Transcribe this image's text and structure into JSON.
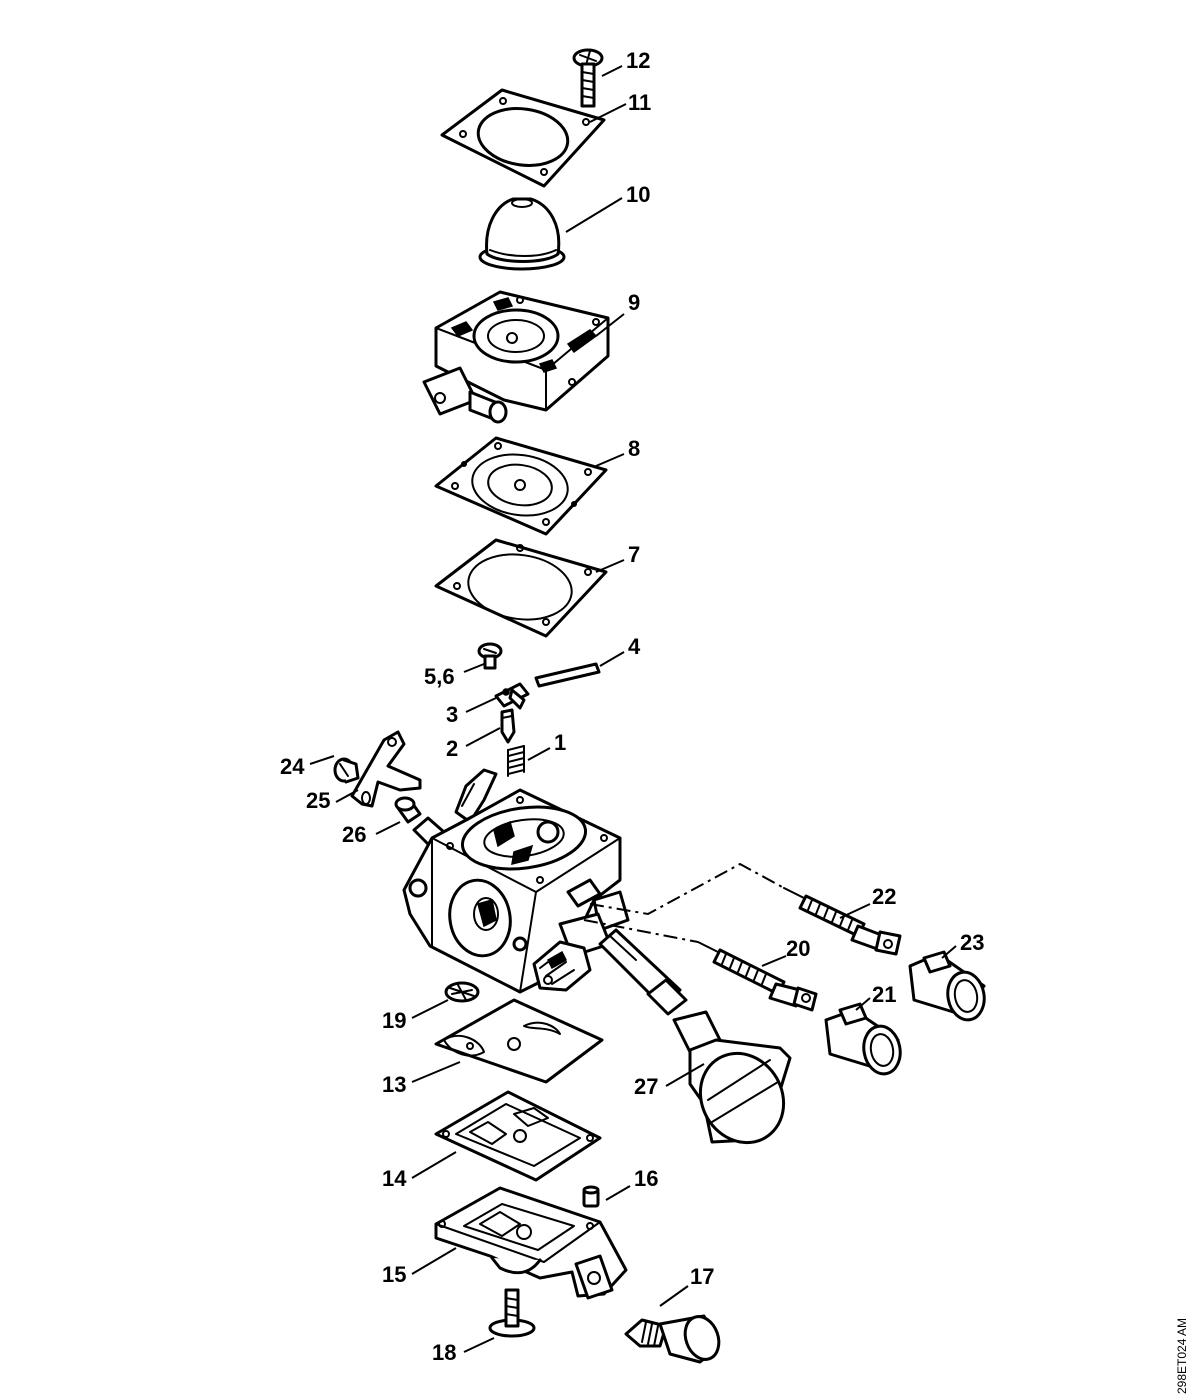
{
  "diagram": {
    "reference_code": "298ET024 AM",
    "callouts": [
      {
        "id": "c12",
        "text": "12"
      },
      {
        "id": "c11",
        "text": "11"
      },
      {
        "id": "c10",
        "text": "10"
      },
      {
        "id": "c9",
        "text": "9"
      },
      {
        "id": "c8",
        "text": "8"
      },
      {
        "id": "c7",
        "text": "7"
      },
      {
        "id": "c4",
        "text": "4"
      },
      {
        "id": "c56",
        "text": "5,6"
      },
      {
        "id": "c3",
        "text": "3"
      },
      {
        "id": "c2",
        "text": "2"
      },
      {
        "id": "c1",
        "text": "1"
      },
      {
        "id": "c24",
        "text": "24"
      },
      {
        "id": "c25",
        "text": "25"
      },
      {
        "id": "c26",
        "text": "26"
      },
      {
        "id": "c22",
        "text": "22"
      },
      {
        "id": "c23",
        "text": "23"
      },
      {
        "id": "c20",
        "text": "20"
      },
      {
        "id": "c21",
        "text": "21"
      },
      {
        "id": "c19",
        "text": "19"
      },
      {
        "id": "c13",
        "text": "13"
      },
      {
        "id": "c27",
        "text": "27"
      },
      {
        "id": "c14",
        "text": "14"
      },
      {
        "id": "c16",
        "text": "16"
      },
      {
        "id": "c15",
        "text": "15"
      },
      {
        "id": "c17",
        "text": "17"
      },
      {
        "id": "c18",
        "text": "18"
      }
    ]
  }
}
